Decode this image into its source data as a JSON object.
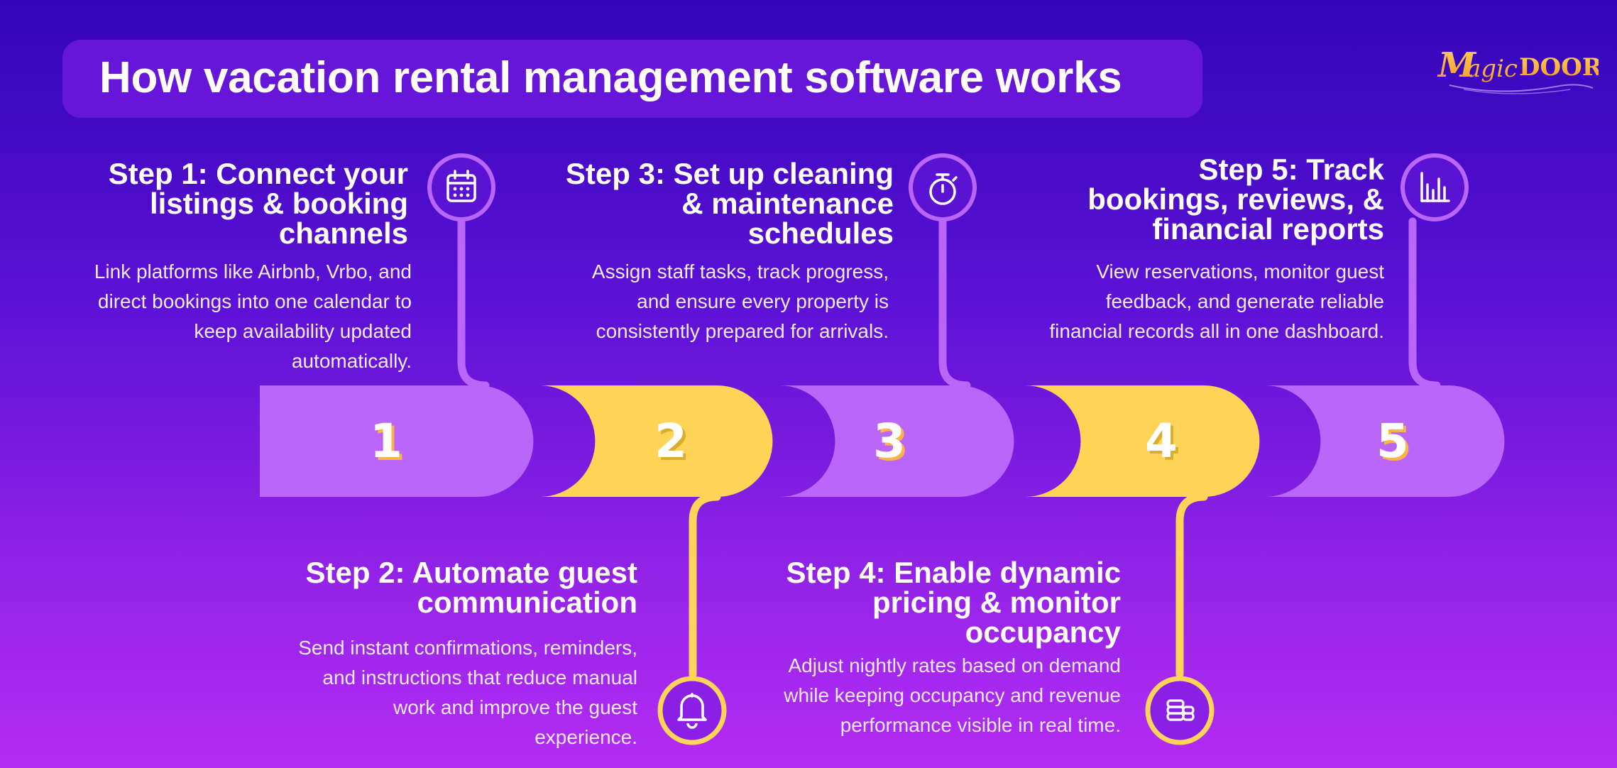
{
  "title": "How vacation rental management software works",
  "logo_text": "MagicDoor",
  "colors": {
    "background_top": "#3205b8",
    "background_bottom": "#b32cf3",
    "title_bar": "#6516d8",
    "lavender": "#bb66fb",
    "yellow": "#ffd457",
    "logo": "#f7b733"
  },
  "steps": [
    {
      "number": "1",
      "title": "Step 1: Connect your\nlistings & booking\nchannels",
      "description": "Link platforms like Airbnb, Vrbo, and\ndirect bookings into one calendar to\nkeep availability updated\nautomatically.",
      "icon": "calendar-icon"
    },
    {
      "number": "2",
      "title": "Step 2: Automate guest\ncommunication",
      "description": "Send instant confirmations, reminders,\nand instructions that reduce manual\nwork and improve the guest\nexperience.",
      "icon": "bell-icon"
    },
    {
      "number": "3",
      "title": "Step 3: Set up cleaning\n& maintenance\nschedules",
      "description": "Assign staff tasks, track progress,\nand ensure every property is\nconsistently prepared for arrivals.",
      "icon": "stopwatch-icon"
    },
    {
      "number": "4",
      "title": "Step 4: Enable dynamic\npricing & monitor\noccupancy",
      "description": "Adjust nightly rates based on demand\nwhile keeping occupancy and revenue\nperformance visible in real time.",
      "icon": "coins-stack-icon"
    },
    {
      "number": "5",
      "title": "Step 5: Track\nbookings, reviews, &\nfinancial reports",
      "description": "View reservations, monitor guest\nfeedback, and generate reliable\nfinancial records all in one dashboard.",
      "icon": "bar-chart-icon"
    }
  ]
}
